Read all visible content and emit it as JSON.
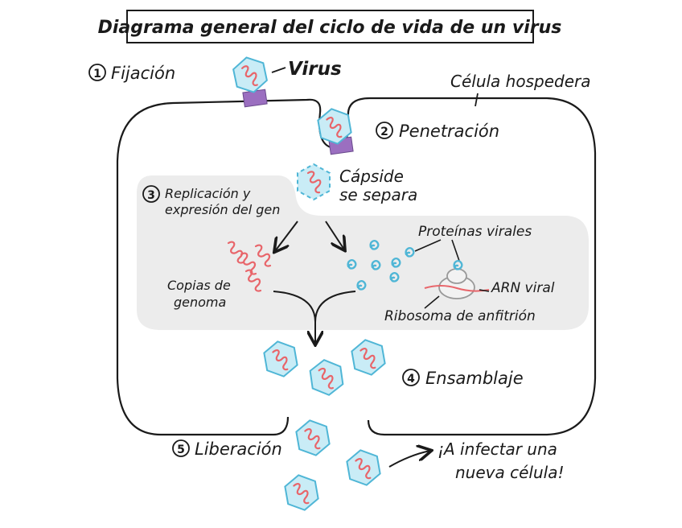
{
  "title": "Diagrama general del ciclo de vida de un virus",
  "labels": {
    "virus": "Virus",
    "host_cell": "Célula hospedera",
    "capsid_separates_1": "Cápside",
    "capsid_separates_2": "se separa",
    "viral_proteins": "Proteínas virales",
    "genome_copies_1": "Copias de",
    "genome_copies_2": "genoma",
    "viral_rna": "ARN viral",
    "host_ribosome": "Ribosoma de anfitrión",
    "infect_1": "¡A infectar una",
    "infect_2": "nueva célula!"
  },
  "steps": [
    {
      "number": "1",
      "label": "Fijación"
    },
    {
      "number": "2",
      "label": "Penetración"
    },
    {
      "number": "3",
      "label_1": "Replicación y",
      "label_2": "expresión del gen"
    },
    {
      "number": "4",
      "label": "Ensamblaje"
    },
    {
      "number": "5",
      "label": "Liberación"
    }
  ],
  "colors": {
    "capsid_fill": "#c9ecf6",
    "capsid_stroke": "#4fb6d6",
    "genome": "#e8656a",
    "receptor": "#9b6fc0",
    "cytoplasm_region": "#ececec",
    "ribosome": "#bdbdbd",
    "outline": "#1a1a1a"
  }
}
